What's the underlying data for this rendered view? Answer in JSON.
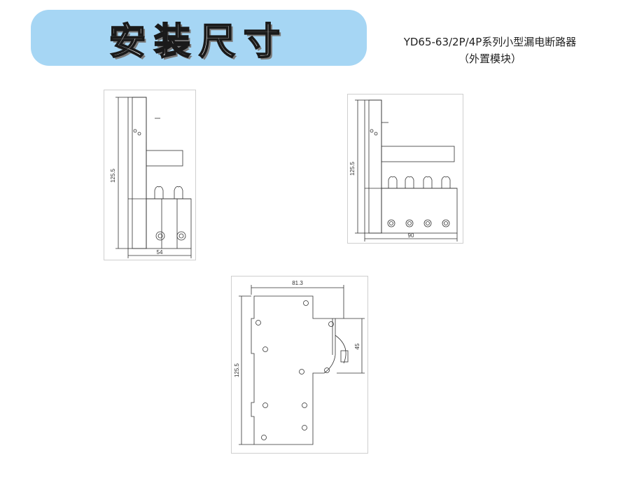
{
  "header": {
    "title": "安装尺寸",
    "subtitle_line1": "YD65-63/2P/4P系列小型漏电断路器",
    "subtitle_line2": "（外置模块）"
  },
  "drawings": {
    "two_pole": {
      "height_dim": "125.5",
      "width_dim": "54"
    },
    "four_pole": {
      "height_dim": "125.5",
      "width_dim": "90"
    },
    "side": {
      "top_dim": "81.3",
      "height_dim": "125.5",
      "depth_dim": "45"
    }
  },
  "colors": {
    "banner": "#a6d6f4",
    "line": "#333333"
  }
}
